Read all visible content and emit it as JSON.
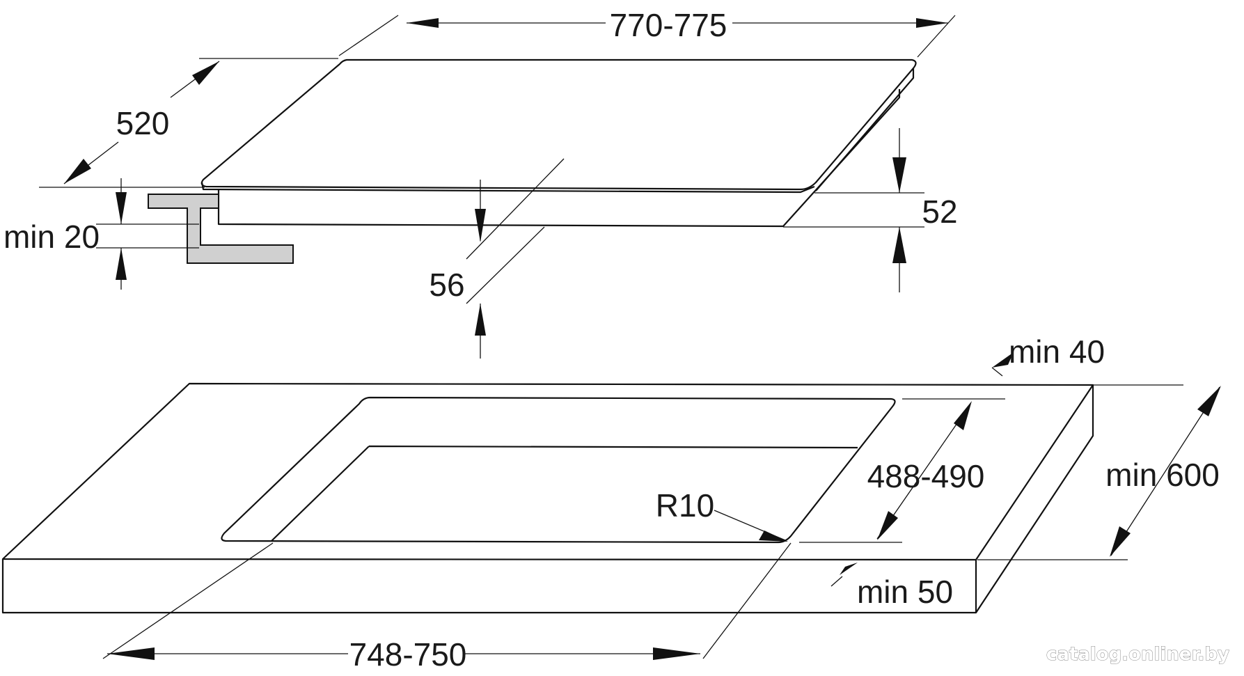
{
  "dimensions": {
    "hob_width": "770-775",
    "hob_depth": "520",
    "hob_height_total": "52",
    "hob_inner_height": "56",
    "worktop_min_thickness": "min 20",
    "cutout_back_margin": "min 40",
    "cutout_depth": "488-490",
    "worktop_min_depth": "min 600",
    "corner_radius": "R10",
    "cutout_front_margin": "min 50",
    "cutout_width": "748-750"
  },
  "watermark": "catalog.onliner.by",
  "colors": {
    "line": "#111111",
    "bracket_fill": "#d0d0d0",
    "background": "#ffffff"
  }
}
